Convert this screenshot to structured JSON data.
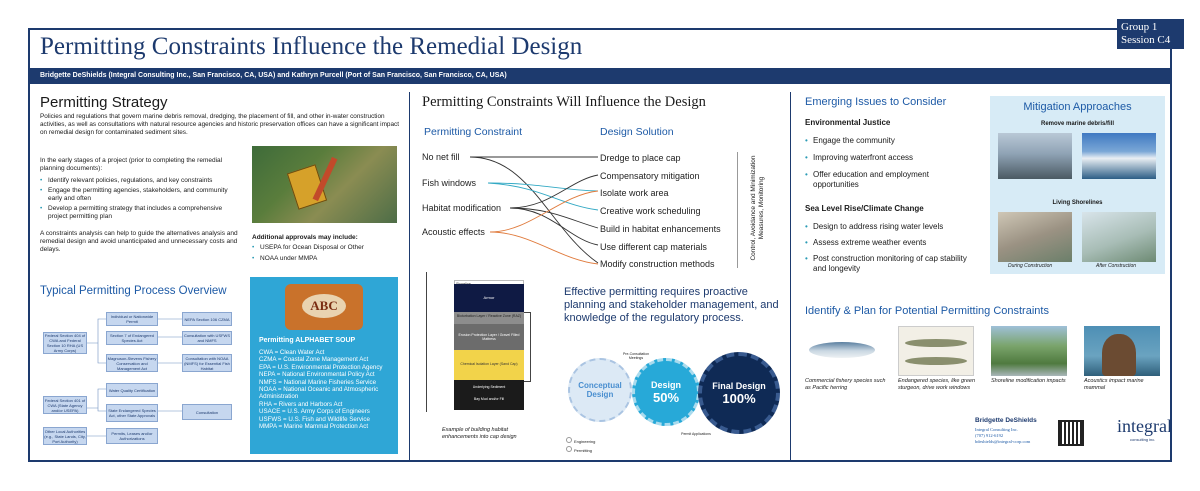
{
  "header": {
    "title": "Permitting Constraints Influence the Remedial Design",
    "group_line1": "Group 1",
    "group_line2": "Session C4",
    "authors": "Bridgette DeShields (Integral Consulting Inc., San Francisco, CA, USA) and Kathryn Purcell (Port of San Francisco, San Francisco, CA, USA)"
  },
  "col1": {
    "strategy_title": "Permitting Strategy",
    "strategy_intro": "Policies and regulations that govern marine debris removal, dredging, the placement of fill, and other in-water construction activities, as well as consultations with natural resource agencies and historic preservation offices can have a significant impact on remedial design for contaminated sediment sites.",
    "early_stages": "In the early stages of a project (prior to completing the remedial planning documents):",
    "bullets": [
      "Identify relevant policies, regulations, and key constraints",
      "Engage the permitting agencies, stakeholders, and community early and often",
      "Develop a permitting strategy that includes a comprehensive project permitting plan"
    ],
    "analysis_text": "A constraints analysis can help to guide the alternatives analysis and remedial design and avoid unanticipated and unnecessary costs and delays.",
    "additional_title": "Additional approvals may include:",
    "additional": [
      "USEPA for Ocean Disposal or Other",
      "NOAA under MMPA"
    ],
    "process_title": "Typical Permitting Process Overview",
    "flow": {
      "left1": "Federal Section 404 of CWA and Federal Section 10 RHA (US Army Corps)",
      "left2": "Federal Section 401 of CWA (State Agency and/or USEPA)",
      "left3": "Other Local Authorities (e.g., State Lands, City, Port Authority)",
      "mid1": "Individual or Nationwide Permit",
      "mid2": "Section 7 of Endangered Species Act",
      "mid3": "Magnuson-Stevens Fishery Conservation and Management Act",
      "mid4": "Water Quality Certification",
      "mid5": "State Endangered Species Act, other State Approvals",
      "mid6": "Permits, Leases and/or Authorizations",
      "right1": "NEPA Section 106 CZMA",
      "right2": "Consultation with USFWS and NMFS",
      "right3": "Consultation with NOAA (NMFS) for Essential Fish Habitat",
      "right4": "Consultation"
    },
    "alpha_title": "Permitting ALPHABET SOUP",
    "alpha_items": [
      "CWA = Clean Water Act",
      "CZMA = Coastal Zone Management Act",
      "EPA = U.S. Environmental Protection Agency",
      "NEPA = National Environmental Policy Act",
      "NMFS = National Marine Fisheries Service",
      "NOAA = National Oceanic and Atmospheric Administration",
      "RHA = Rivers and Harbors Act",
      "USACE = U.S. Army Corps of Engineers",
      "USFWS = U.S. Fish and Wildlife Service",
      "MMPA = Marine Mammal Protection Act"
    ],
    "abc_sign": "ABC"
  },
  "col2": {
    "title": "Permitting Constraints Will Influence the Design",
    "constraint_header": "Permitting Constraint",
    "solution_header": "Design Solution",
    "constraints": [
      "No net fill",
      "Fish windows",
      "Habitat modification",
      "Acoustic effects"
    ],
    "solutions": [
      "Dredge to place cap",
      "Compensatory mitigation",
      "Isolate work area",
      "Creative work scheduling",
      "Build in habitat enhancements",
      "Use different cap materials",
      "Modify construction methods"
    ],
    "vertical_label": "Control, Avoidance and Minimization Measures, Monitoring",
    "cap_caption": "Example of building habitat enhancements into cap design",
    "cap_layers": [
      "Shoreline",
      "Armor",
      "Bioturbation Layer / Reactive Zone (RAZ)",
      "Erosion Protection Layer / Gravel Filled Mattress",
      "Chemical Isolation Layer (Sand Cap)",
      "Underlying Sediment",
      "Bay Mud and/or Fill"
    ],
    "effective_text": "Effective permitting requires proactive planning and stakeholder management, and knowledge of the regulatory process.",
    "gears": {
      "conceptual_line1": "Conceptual",
      "conceptual_line2": "Design",
      "design_line1": "Design",
      "design_line2": "50%",
      "final_line1": "Final Design",
      "final_line2": "100%",
      "pre_consult": "Pre-Consultation Meetings",
      "permit_apps": "Permit Applications",
      "legend_eng": "Engineering",
      "legend_perm": "Permitting"
    }
  },
  "col3": {
    "emerging_title": "Emerging Issues to Consider",
    "ej_title": "Environmental Justice",
    "ej_items": [
      "Engage the community",
      "Improving waterfront access",
      "Offer education and employment opportunities"
    ],
    "slr_title": "Sea Level Rise/Climate Change",
    "slr_items": [
      "Design to address rising water levels",
      "Assess extreme weather events",
      "Post construction monitoring of cap stability and longevity"
    ],
    "mitigation_title": "Mitigation Approaches",
    "remove_debris": "Remove marine debris/fill",
    "living_shorelines": "Living Shorelines",
    "during_construction": "During Construction",
    "after_construction": "After Construction",
    "identify_title": "Identify & Plan for Potential Permitting Constraints",
    "photo_captions": [
      "Commercial fishery species such as Pacific herring",
      "Endangered species, like green sturgeon, drive work windows",
      "Shoreline modification impacts",
      "Acoustics impact marine mammal"
    ],
    "contact_name": "Bridgette DeShields",
    "contact_org": "Integral Consulting Inc.",
    "contact_phone": "(707) 912-6192",
    "contact_email": "bdeshields@integral-corp.com",
    "logo_text": "integral",
    "logo_sub": "consulting inc."
  }
}
